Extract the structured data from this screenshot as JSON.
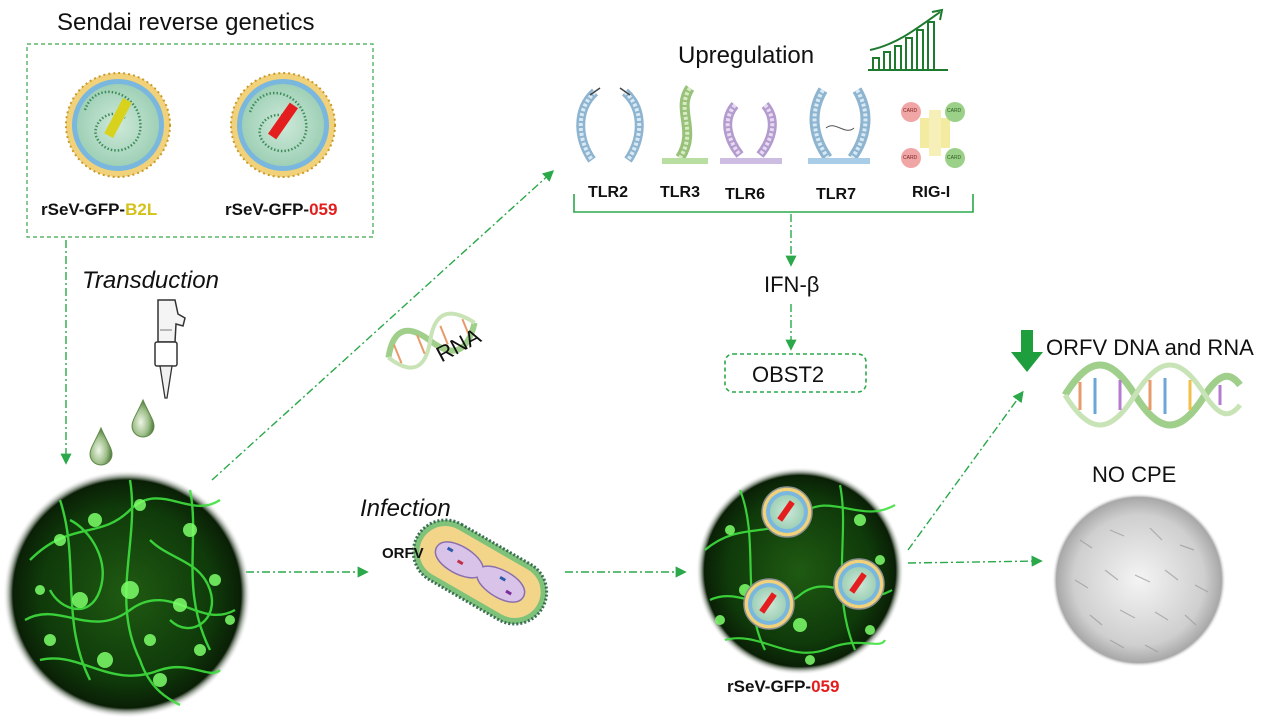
{
  "title": "Sendai reverse genetics",
  "vectors": [
    {
      "prefix": "rSeV-GFP-",
      "suffix": "B2L",
      "suffix_color": "#d4c21a"
    },
    {
      "prefix": "rSeV-GFP-",
      "suffix": "059",
      "suffix_color": "#e41e1e"
    }
  ],
  "steps": {
    "transduction": "Transduction",
    "infection": "Infection"
  },
  "virus_label": "ORFV",
  "rna_label": "RNA",
  "upregulation": "Upregulation",
  "receptors": [
    "TLR2",
    "TLR3",
    "TLR6",
    "TLR7",
    "RIG-I"
  ],
  "card_label": "CARD",
  "ifn_label": "IFN-β",
  "obst_label": "OBST2",
  "result_product": {
    "prefix": "rSeV-GFP-",
    "suffix": "059"
  },
  "outcome_dna": "ORFV DNA and RNA",
  "outcome_cpe": "NO CPE",
  "colors": {
    "arrow_green": "#2aa84a",
    "gfp_green": "#3fe03f",
    "highlight_red": "#e41e1e",
    "highlight_yellow": "#d4c21a",
    "down_arrow": "#1e9e3c"
  }
}
